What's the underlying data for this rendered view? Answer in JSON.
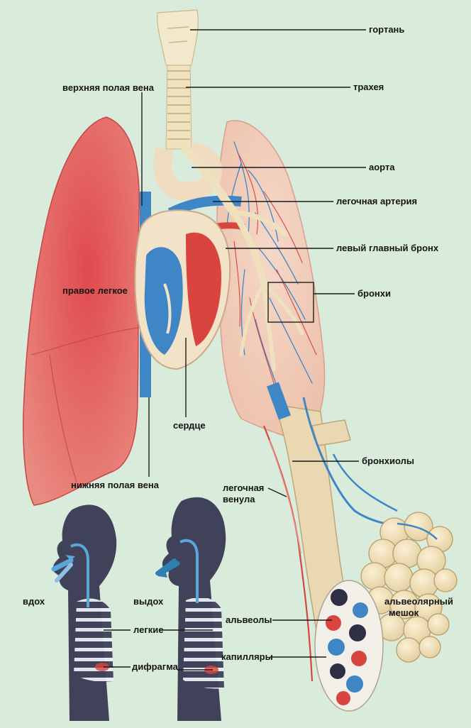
{
  "labels": {
    "larynx": "гортань",
    "trachea": "трахея",
    "superior_vena_cava": "верхняя полая вена",
    "aorta": "аорта",
    "pulmonary_artery": "легочная артерия",
    "left_main_bronchus": "левый главный бронх",
    "right_lung": "правое легкое",
    "bronchi": "бронхи",
    "heart": "сердце",
    "inferior_vena_cava": "нижняя полая вена",
    "bronchioles": "бронхиолы",
    "pulmonary_venule_line1": "легочная",
    "pulmonary_venule_line2": "венула",
    "inhale": "вдох",
    "exhale": "выдох",
    "alveolar_sac_line1": "альвеолярный",
    "alveolar_sac_line2": "мешок",
    "lungs": "легкие",
    "alveoli": "альвеолы",
    "capillaries": "капилляры",
    "diaphragm": "дифрагма"
  },
  "colors": {
    "background": "#d9ecdc",
    "lung_red": "#e2585a",
    "lung_light": "#f0c8b4",
    "vein_blue": "#3f86c6",
    "artery_red": "#d9453e",
    "cartilage": "#efe3bf",
    "silhouette": "#3f4258"
  }
}
